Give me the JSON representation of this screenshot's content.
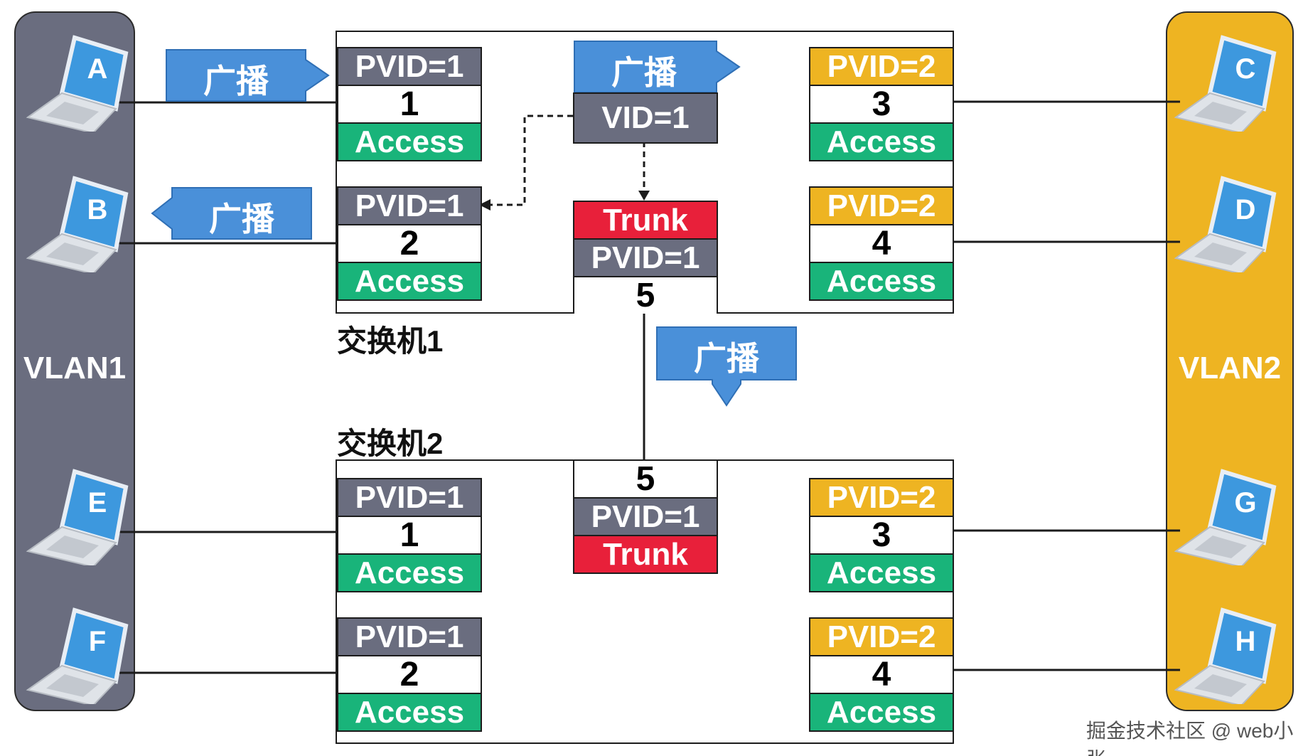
{
  "vlans": {
    "left": {
      "label": "VLAN1",
      "color": "#6a6d7f"
    },
    "right": {
      "label": "VLAN2",
      "color": "#eeb422"
    }
  },
  "hosts": {
    "a": "A",
    "b": "B",
    "c": "C",
    "d": "D",
    "e": "E",
    "f": "F",
    "g": "G",
    "h": "H"
  },
  "switch1": {
    "name": "交换机1",
    "ports": {
      "p1": {
        "pvid": "PVID=1",
        "number": "1",
        "mode": "Access"
      },
      "p2": {
        "pvid": "PVID=1",
        "number": "2",
        "mode": "Access"
      },
      "p3": {
        "pvid": "PVID=2",
        "number": "3",
        "mode": "Access"
      },
      "p4": {
        "pvid": "PVID=2",
        "number": "4",
        "mode": "Access"
      },
      "p5": {
        "mode": "Trunk",
        "pvid": "PVID=1",
        "number": "5"
      }
    },
    "frame_tag": "VID=1"
  },
  "switch2": {
    "name": "交换机2",
    "ports": {
      "p1": {
        "pvid": "PVID=1",
        "number": "1",
        "mode": "Access"
      },
      "p2": {
        "pvid": "PVID=1",
        "number": "2",
        "mode": "Access"
      },
      "p3": {
        "pvid": "PVID=2",
        "number": "3",
        "mode": "Access"
      },
      "p4": {
        "pvid": "PVID=2",
        "number": "4",
        "mode": "Access"
      },
      "p5": {
        "number": "5",
        "pvid": "PVID=1",
        "mode": "Trunk"
      }
    }
  },
  "broadcast_label": "广播",
  "colors": {
    "vlan1": "#6a6d7f",
    "vlan2": "#eeb422",
    "access": "#19b47a",
    "trunk": "#e8203a",
    "broadcast": "#4a90d9"
  },
  "watermark": "掘金技术社区 @ web小张"
}
